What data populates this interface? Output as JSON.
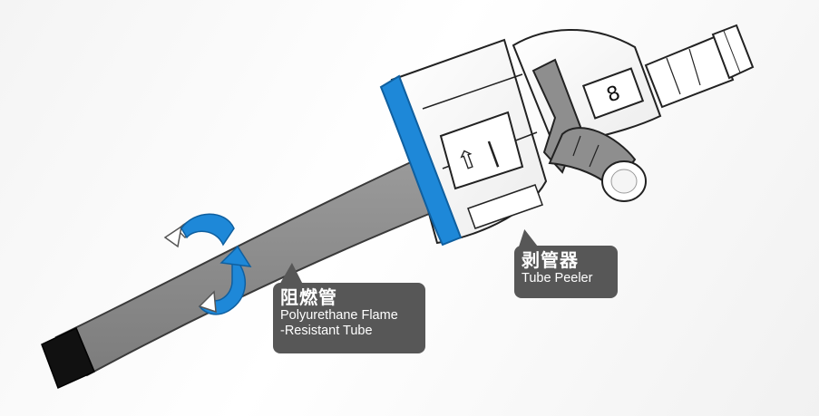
{
  "colors": {
    "tube": "#8c8c8c",
    "tube_edge": "#3a3a3a",
    "tube_tip": "#111111",
    "accent_blue": "#1e88d8",
    "callout_bg": "#575757",
    "outline": "#222222"
  },
  "labels": {
    "tube": {
      "title": "阻燃管",
      "line1": "Polyurethane Flame",
      "line2": "-Resistant Tube"
    },
    "peeler": {
      "title": "剥管器",
      "subtitle": "Tube Peeler"
    }
  },
  "device": {
    "size_mark": "8",
    "arrow_mark": "⇧",
    "bar_mark": "|"
  },
  "icons": {
    "rotation": "rotate-arrows-icon",
    "direction": "direction-arrow-icon"
  }
}
